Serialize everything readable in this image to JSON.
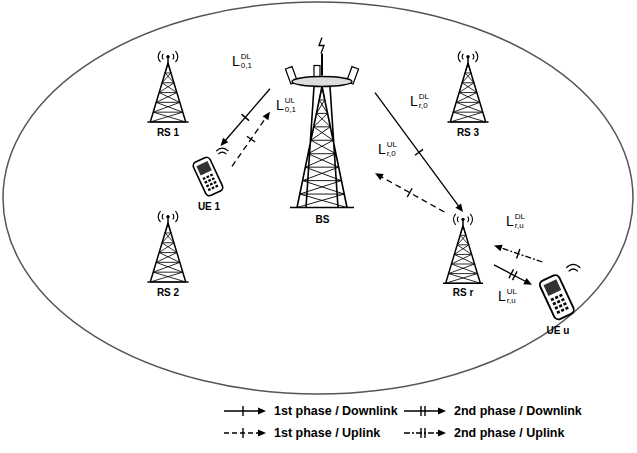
{
  "diagram": {
    "nodes": [
      {
        "text": [
          "RS 1"
        ]
      },
      {
        "text": [
          "BS"
        ]
      },
      {
        "text": [
          "RS 3"
        ]
      },
      {
        "text": [
          "UE 1"
        ]
      },
      {
        "text": [
          "RS 2"
        ]
      },
      {
        "text": [
          "RS r"
        ]
      },
      {
        "text": [
          "UE u"
        ]
      }
    ],
    "edges": [
      {
        "from": 1,
        "to": 3,
        "arrow": "to",
        "label": "L"
      },
      {
        "from": 3,
        "to": 1,
        "arrow": "to",
        "label": "L"
      },
      {
        "from": 1,
        "to": 5,
        "arrow": "to",
        "label": "L"
      },
      {
        "from": 5,
        "to": 1,
        "arrow": "to",
        "label": "L"
      },
      {
        "from": 6,
        "to": 5,
        "arrow": "to",
        "label": "L"
      },
      {
        "from": 5,
        "to": 6,
        "arrow": "to",
        "label": "L"
      }
    ],
    "labels": [
      "DL",
      "0,1",
      "UL",
      "0,1",
      "DL",
      "r,0",
      "UL",
      "r,0",
      "DL",
      "r,u",
      "UL",
      "r,u"
    ],
    "legend": [
      {
        "text": "1st phase / Downlink"
      },
      {
        "text": "2nd phase / Downlink"
      },
      {
        "text": "1st phase / Uplink"
      },
      {
        "text": "2nd phase / Uplink"
      }
    ]
  }
}
